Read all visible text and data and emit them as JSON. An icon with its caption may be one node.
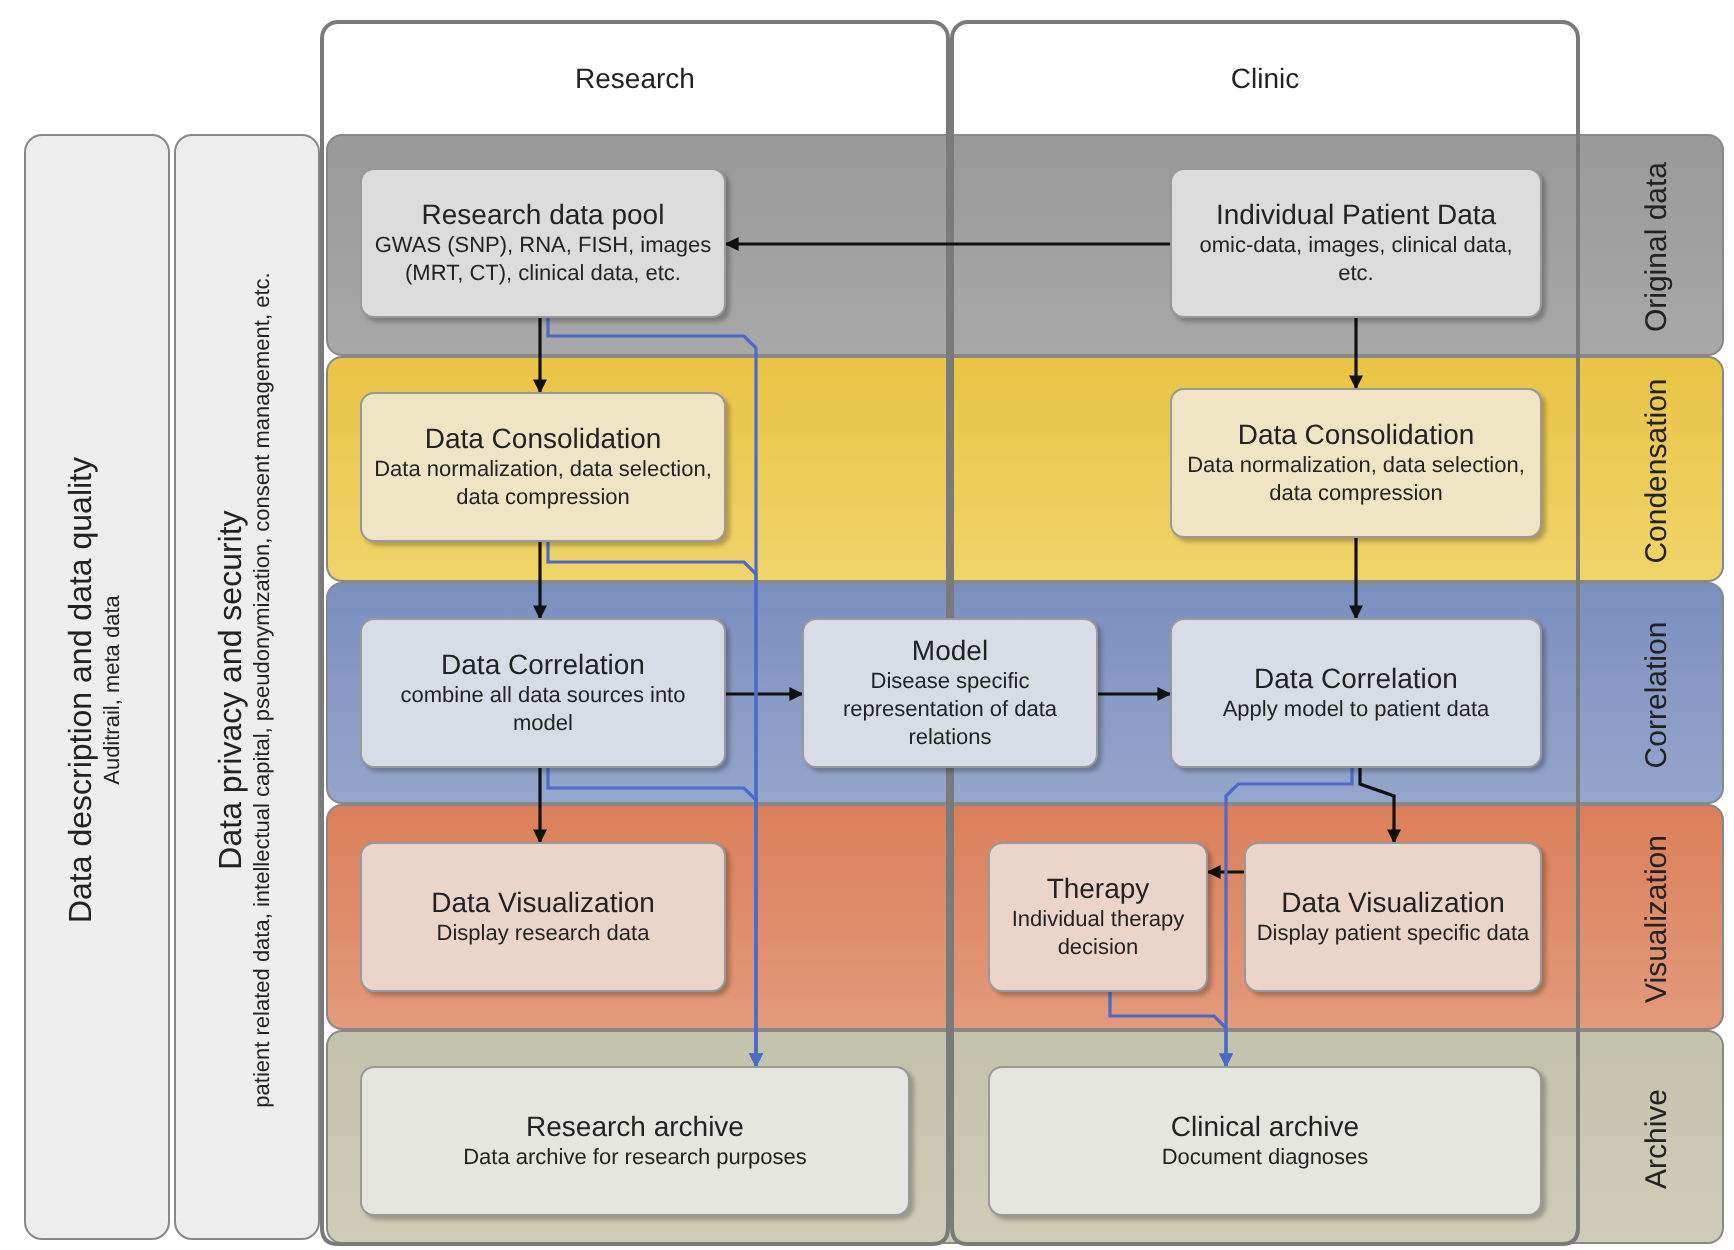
{
  "diagram": {
    "nodes": [
      {
        "text": [
          "Research"
        ]
      },
      {
        "text": [
          "Clinic"
        ]
      },
      {
        "text": [
          "Data description and data quality",
          "Auditrail, meta data"
        ]
      },
      {
        "text": [
          "Data privacy and security",
          "patient related data, intellectual capital, pseudonymization, consent management, etc."
        ]
      },
      {
        "text": [
          "Original data"
        ]
      },
      {
        "text": [
          "Research data pool",
          "GWAS (SNP), RNA, FISH, images (MRT, CT), clinical data, etc."
        ],
        "in": 4
      },
      {
        "text": [
          "Individual Patient Data",
          "omic-data, images, clinical data, etc."
        ],
        "in": 4
      },
      {
        "text": [
          "Condensation"
        ]
      },
      {
        "text": [
          "Data Consolidation",
          "Data normalization, data selection, data compression"
        ],
        "in": 7
      },
      {
        "text": [
          "Data Consolidation",
          "Data normalization, data selection, data compression"
        ],
        "in": 7
      },
      {
        "text": [
          "Correlation"
        ]
      },
      {
        "text": [
          "Data Correlation",
          "combine all data sources into model"
        ],
        "in": 10
      },
      {
        "text": [
          "Model",
          "Disease specific representation of data relations"
        ],
        "in": 10
      },
      {
        "text": [
          "Data Correlation",
          "Apply model to patient data"
        ],
        "in": 10
      },
      {
        "text": [
          "Visualization"
        ]
      },
      {
        "text": [
          "Data Visualization",
          "Display research data"
        ],
        "in": 14
      },
      {
        "text": [
          "Therapy",
          "Individual therapy decision"
        ],
        "in": 14
      },
      {
        "text": [
          "Data Visualization",
          "Display patient specific data"
        ],
        "in": 14
      },
      {
        "text": [
          "Archive"
        ]
      },
      {
        "text": [
          "Research archive",
          "Data archive for research purposes"
        ],
        "in": 18
      },
      {
        "text": [
          "Clinical archive",
          "Document diagnoses"
        ],
        "in": 18
      }
    ],
    "edges": [
      {
        "from": 6,
        "to": 5,
        "arrow": "to"
      },
      {
        "from": 5,
        "to": 8,
        "arrow": "to"
      },
      {
        "from": 6,
        "to": 9,
        "arrow": "to"
      },
      {
        "from": 8,
        "to": 11,
        "arrow": "to"
      },
      {
        "from": 11,
        "to": 12,
        "arrow": "to"
      },
      {
        "from": 12,
        "to": 13,
        "arrow": "to"
      },
      {
        "from": 9,
        "to": 13,
        "arrow": "to"
      },
      {
        "from": 11,
        "to": 15,
        "arrow": "to"
      },
      {
        "from": 13,
        "to": 17,
        "arrow": "to"
      },
      {
        "from": 17,
        "to": 16,
        "arrow": "to"
      },
      {
        "from": 5,
        "to": 19,
        "arrow": "to",
        "color": "#4a6cc8"
      },
      {
        "from": 8,
        "to": 19,
        "arrow": "to",
        "color": "#4a6cc8"
      },
      {
        "from": 11,
        "to": 19,
        "arrow": "to",
        "color": "#4a6cc8"
      },
      {
        "from": 13,
        "to": 20,
        "arrow": "to",
        "color": "#4a6cc8"
      },
      {
        "from": 16,
        "to": 20,
        "arrow": "to",
        "color": "#4a6cc8"
      }
    ]
  }
}
